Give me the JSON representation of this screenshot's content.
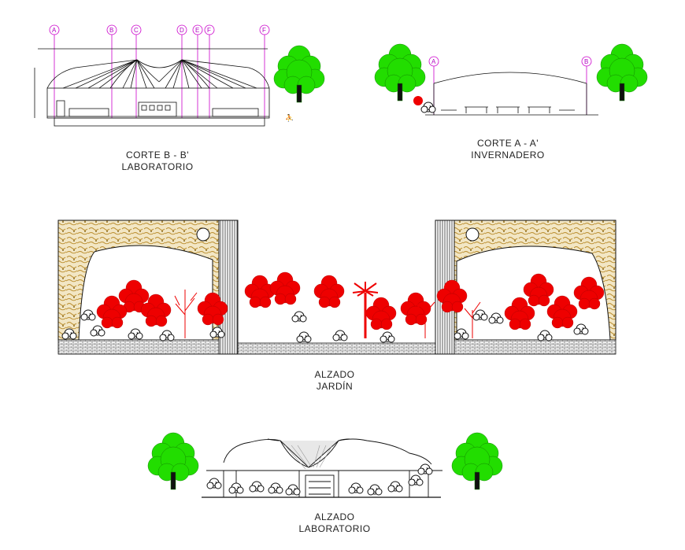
{
  "drawings": [
    {
      "id": "corte-bb",
      "title": "CORTE B - B'",
      "subtitle": "LABORATORIO"
    },
    {
      "id": "corte-aa",
      "title": "CORTE A - A'",
      "subtitle": "INVERNADERO"
    },
    {
      "id": "alzado-jardin",
      "title": "ALZADO",
      "subtitle": "JARDÍN"
    },
    {
      "id": "alzado-laboratorio",
      "title": "ALZADO",
      "subtitle": "LABORATORIO"
    }
  ],
  "gridlines_bb": [
    "A",
    "B",
    "C",
    "D",
    "E",
    "F",
    "F"
  ],
  "gridlines_aa": [
    "A",
    "B"
  ],
  "colors": {
    "tree_green": "#22dd00",
    "tree_red": "#ee0000",
    "grid_magenta": "#cc00cc",
    "stone": "#c8a24a",
    "line": "#111111"
  }
}
